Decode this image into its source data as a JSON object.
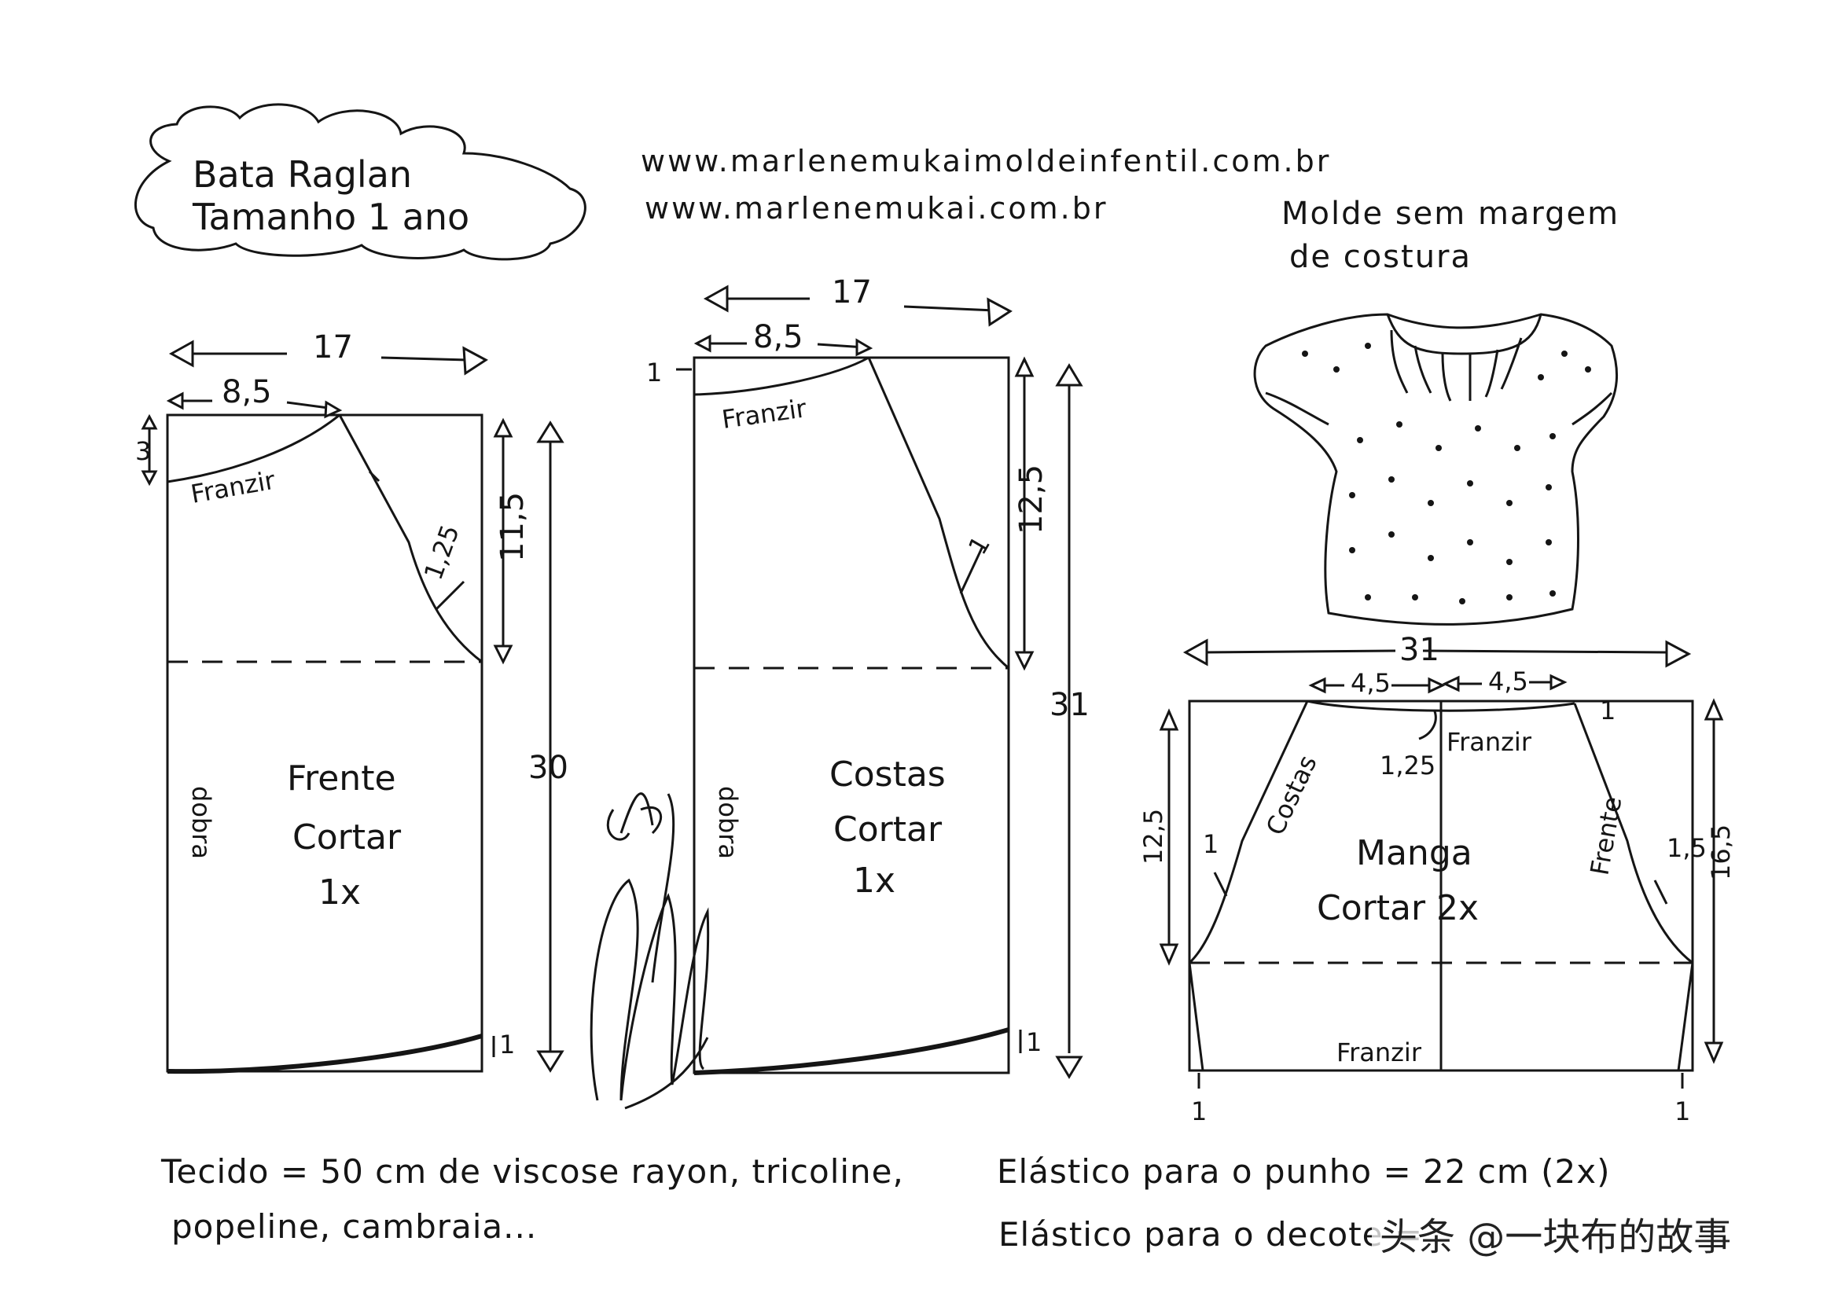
{
  "title": {
    "line1": "Bata Raglan",
    "line2": "Tamanho 1 ano"
  },
  "urls": [
    "www.marlenemukaimoldeinfentil.com.br",
    "www.marlenemukai.com.br"
  ],
  "note": {
    "line1": "Molde sem margem",
    "line2": "de costura"
  },
  "front": {
    "width": "17",
    "half": "8,5",
    "drop": "3",
    "gather": "Franzir",
    "curve": "1,25",
    "armhole": "11,5",
    "length": "30",
    "fold": "dobra",
    "label1": "Frente",
    "label2": "Cortar",
    "label3": "1x",
    "hem": "1"
  },
  "back": {
    "width": "17",
    "half": "8,5",
    "drop": "1",
    "gather": "Franzir",
    "curve": "1",
    "armhole": "12,5",
    "length": "31",
    "fold": "dobra",
    "label1": "Costas",
    "label2": "Cortar",
    "label3": "1x",
    "hem": "1"
  },
  "sleeve": {
    "width": "31",
    "left_half": "4,5",
    "right_half": "4,5",
    "right_drop": "1",
    "center_drop": "1,25",
    "gather_top": "Franzir",
    "back_label": "Costas",
    "front_label": "Frente",
    "left_height": "12,5",
    "right_height": "16,5",
    "left_curve": "1",
    "right_curve": "1,5",
    "label1": "Manga",
    "label2": "Cortar 2x",
    "gather_bottom": "Franzir",
    "left_bottom": "1",
    "right_bottom": "1"
  },
  "footer": {
    "fabric_line1": "Tecido = 50 cm de viscose rayon, tricoline,",
    "fabric_line2": "popeline, cambraia...",
    "elastic1": "Elástico para o punho = 22 cm (2x)",
    "elastic2": "Elástico para o decote = "
  },
  "watermark": "头条 @一块布的故事"
}
